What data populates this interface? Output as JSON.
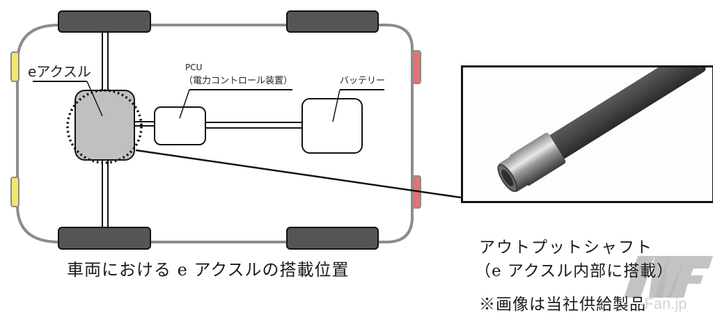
{
  "diagram": {
    "labels": {
      "eaxle": "eアクスル",
      "pcu_line1": "PCU",
      "pcu_line2": "（電力コントロール装置）",
      "battery": "バッテリー"
    },
    "colors": {
      "body_outline": "#8c8c8c",
      "tire": "#555555",
      "eaxle_fill": "#c0c0c0",
      "front_light": "#f3e66e",
      "rear_light": "#e57272",
      "leader_line": "#111111"
    }
  },
  "captions": {
    "left": "車両における e アクスルの搭載位置",
    "right_title": "アウトプットシャフト",
    "right_sub": "（e アクスル内部に搭載）",
    "right_note": "※画像は当社供給製品"
  },
  "watermark": {
    "text": "-Fan.jp"
  }
}
